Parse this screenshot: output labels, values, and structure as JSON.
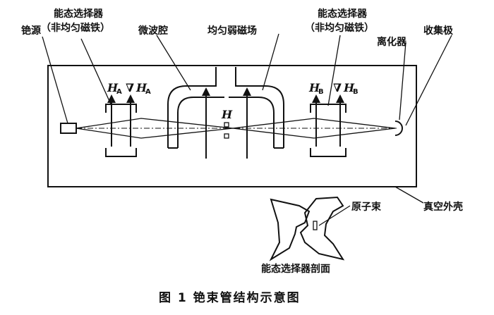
{
  "labels": {
    "cesium_source": "铯源",
    "selector_a_line1": "能态选择器",
    "selector_a_line2": "（非均匀磁铁）",
    "microwave_cavity": "微波腔",
    "weak_field": "均匀弱磁场",
    "selector_b_line1": "能态选择器",
    "selector_b_line2": "（非均匀磁铁）",
    "collector": "收集极",
    "ionizer": "离化器",
    "vacuum_shell": "真空外壳",
    "atomic_beam": "原子束",
    "selector_section": "能态选择器剖面"
  },
  "symbols": {
    "ha_main": "H",
    "ha_sub": "A",
    "grad_ha_nabla": "∇",
    "grad_ha_main": "H",
    "grad_ha_sub": "A",
    "hb_main": "H",
    "hb_sub": "B",
    "grad_hb_nabla": "∇",
    "grad_hb_main": "H",
    "grad_hb_sub": "B",
    "h_center": "H"
  },
  "caption": "图 1   铯束管结构示意图"
}
